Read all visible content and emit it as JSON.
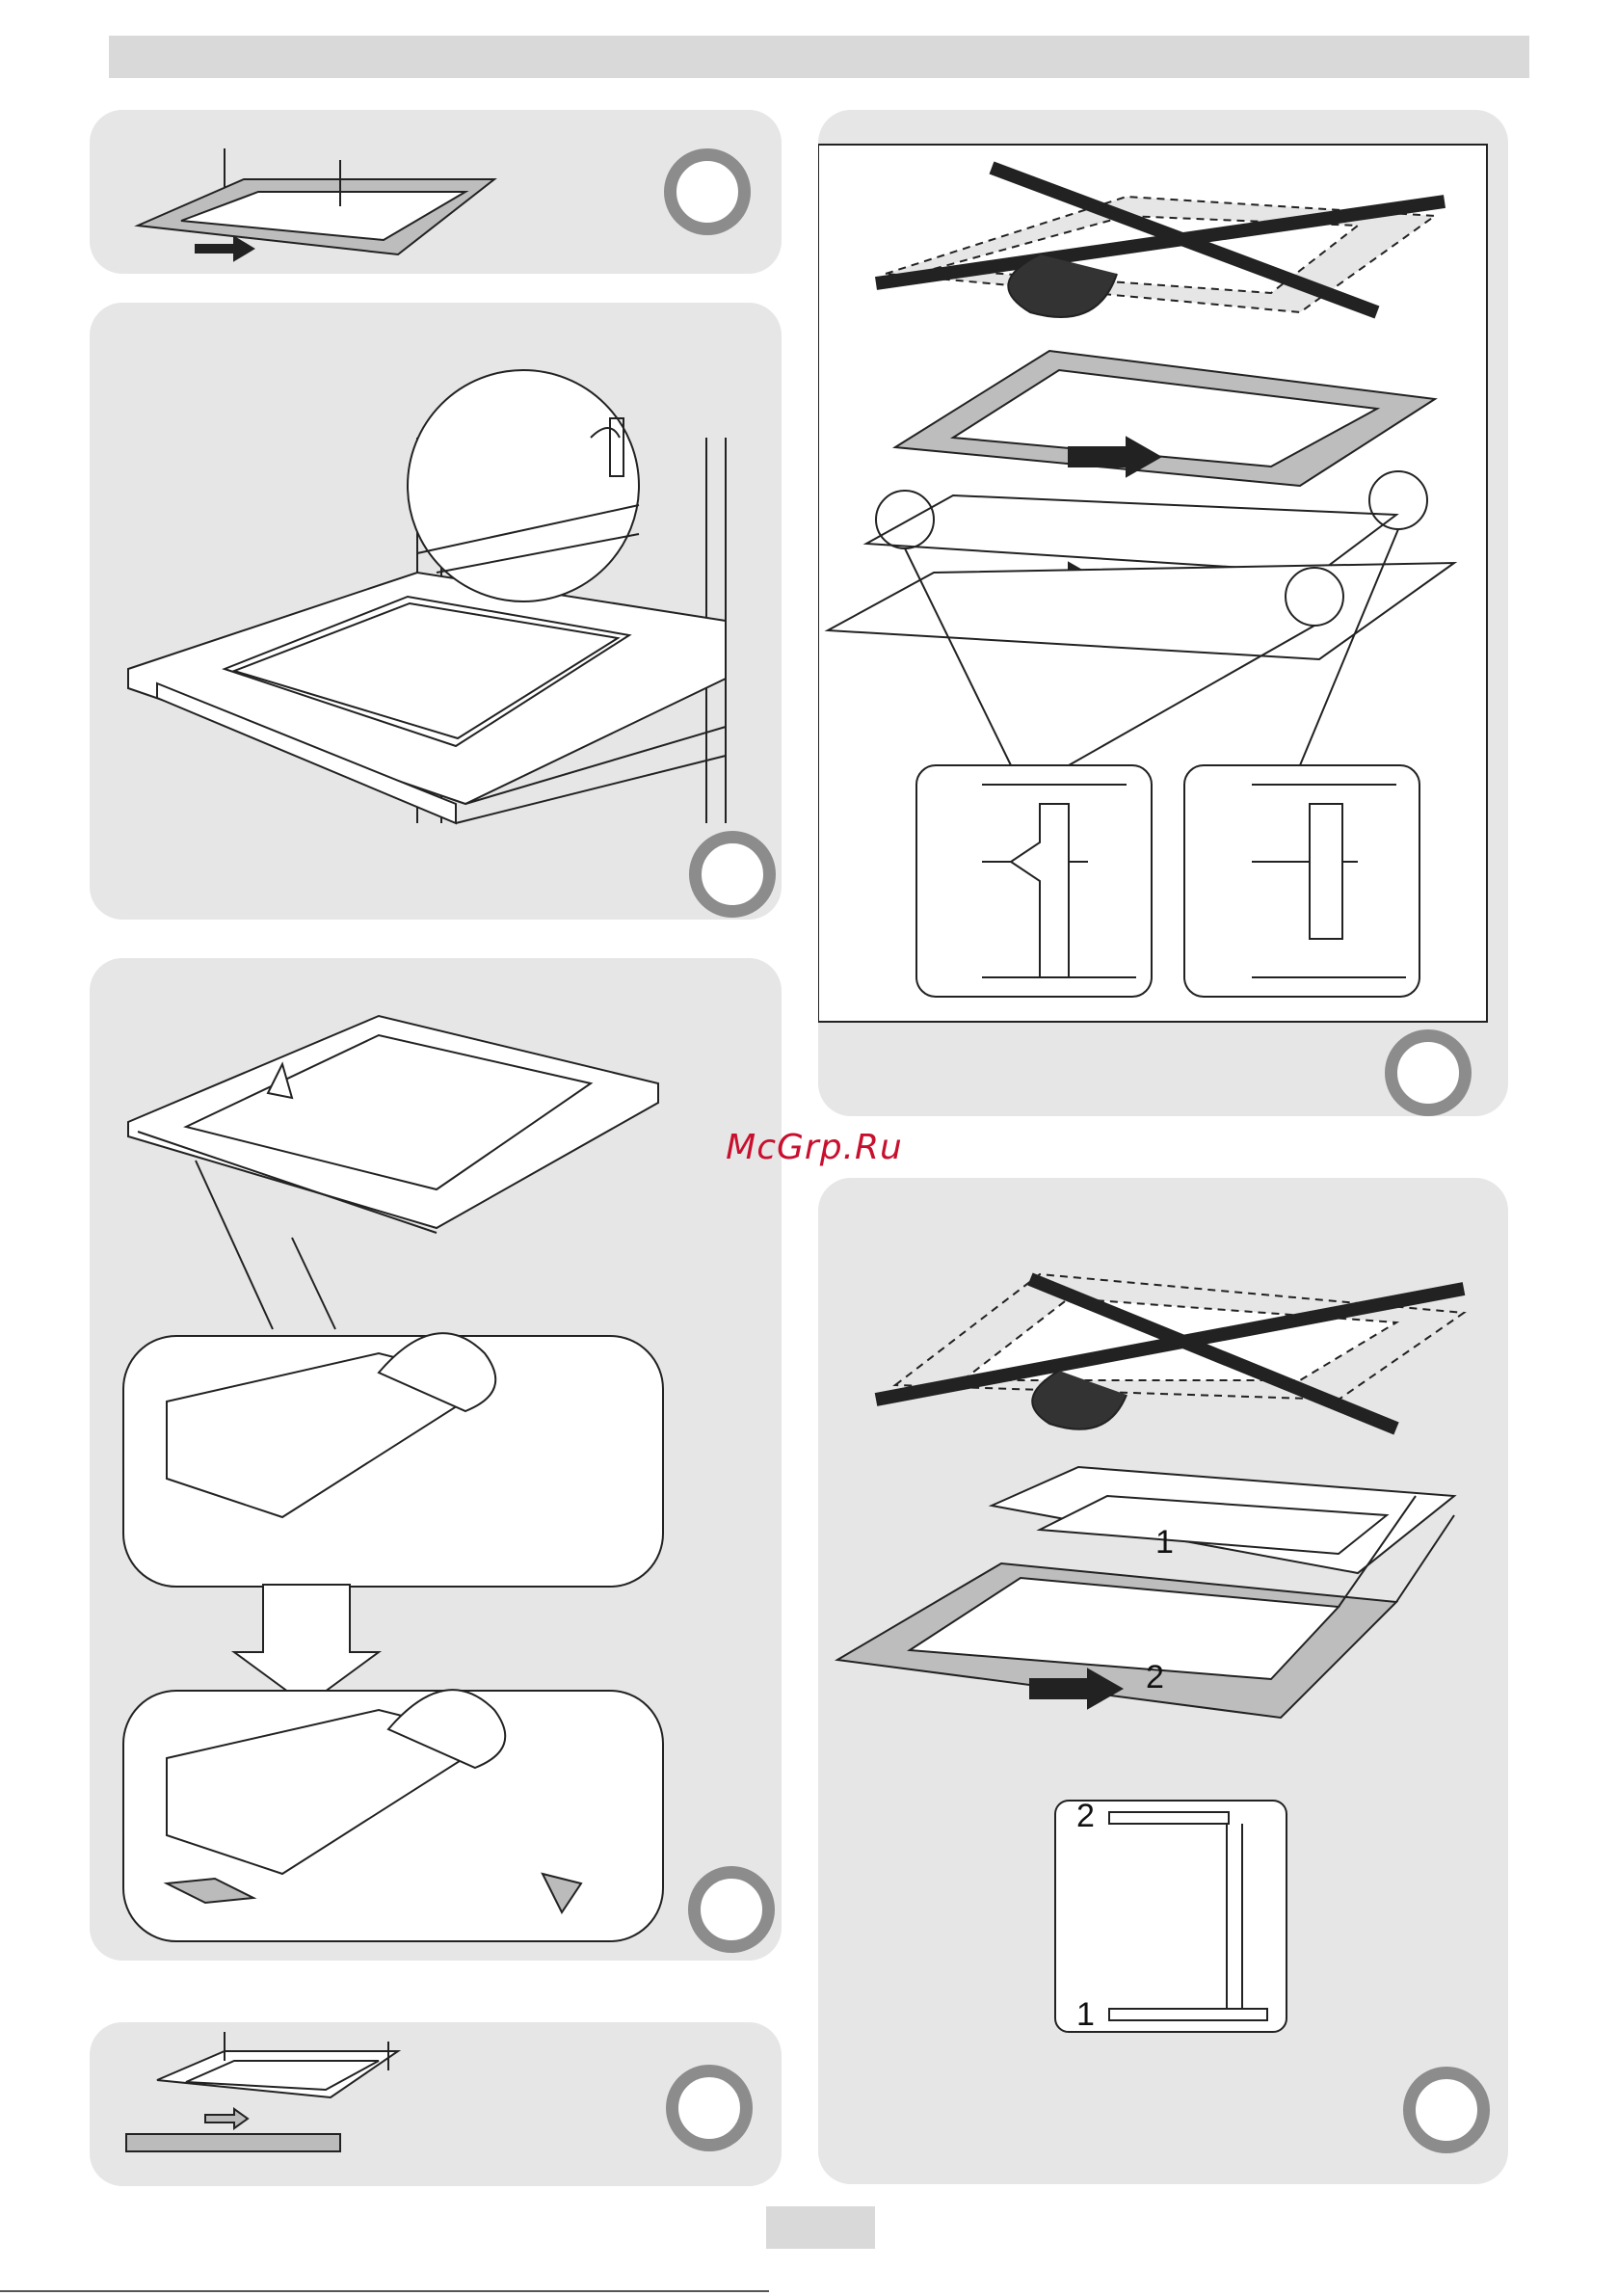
{
  "watermark": "McGrp.Ru",
  "labels": {
    "glass_1": "1",
    "glass_2": "2",
    "detail_2": "2",
    "detail_1": "1"
  },
  "colors": {
    "panel_bg": "#e6e6e6",
    "header_bar": "#d9d9d9",
    "circle_ring": "#8c8c8c",
    "watermark": "#c8102e"
  }
}
